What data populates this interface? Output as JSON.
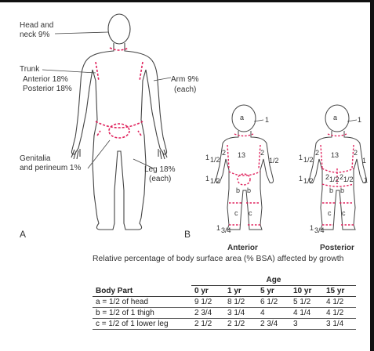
{
  "panel_a": {
    "letter": "A",
    "labels": {
      "head_neck": [
        "Head and",
        "neck 9%"
      ],
      "trunk": [
        "Trunk",
        "Anterior 18%",
        "Posterior 18%"
      ],
      "arm": [
        "Arm 9%",
        "(each)"
      ],
      "genitalia": [
        "Genitalia",
        "and perineum 1%"
      ],
      "leg": [
        "Leg 18%",
        "(each)"
      ]
    }
  },
  "panel_b": {
    "letter": "B",
    "anterior_title": "Anterior",
    "posterior_title": "Posterior",
    "region_letters": {
      "a": "a",
      "b": "b",
      "c": "c"
    },
    "values": {
      "one": "1",
      "two": "2",
      "thirteen": "13",
      "two_half_top": "2",
      "half_frac": "1/2",
      "one_and_half_whole": "1",
      "one_and_three_quarter_whole": "1",
      "three_quarter_frac": "3/4"
    }
  },
  "caption": "Relative percentage of body surface area (% BSA) affected by growth",
  "table": {
    "age_header": "Age",
    "columns": [
      "Body Part",
      "0 yr",
      "1 yr",
      "5 yr",
      "10 yr",
      "15 yr"
    ],
    "rows": [
      [
        "a = 1/2 of head",
        "9 1/2",
        "8 1/2",
        "6 1/2",
        "5 1/2",
        "4 1/2"
      ],
      [
        "b = 1/2 of 1 thigh",
        "2 3/4",
        "3 1/4",
        "4",
        "4 1/4",
        "4 1/2"
      ],
      [
        "c = 1/2 of 1 lower leg",
        "2 1/2",
        "2 1/2",
        "2 3/4",
        "3",
        "3 1/4"
      ]
    ]
  },
  "colors": {
    "outline": "#444444",
    "dashed_boundary": "#e0245e",
    "border": "#111111"
  }
}
